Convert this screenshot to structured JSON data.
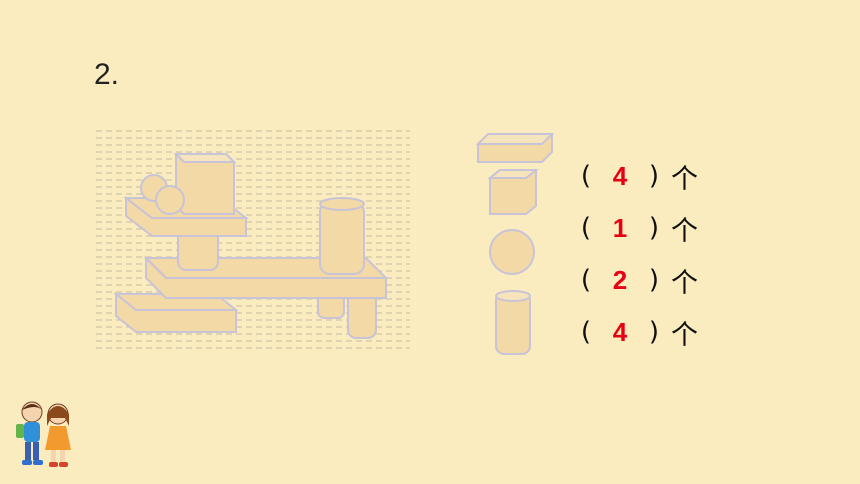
{
  "question_number": "2.",
  "answers": [
    {
      "shape": "cuboid",
      "open": "(",
      "count": "4",
      "close": ")",
      "unit": "个"
    },
    {
      "shape": "cube",
      "open": "(",
      "count": "1",
      "close": ")",
      "unit": "个"
    },
    {
      "shape": "sphere",
      "open": "(",
      "count": "2",
      "close": ")",
      "unit": "个"
    },
    {
      "shape": "cylinder",
      "open": "(",
      "count": "4",
      "close": ")",
      "unit": "个"
    }
  ],
  "colors": {
    "background": "#fbecc0",
    "answer_number": "#e60012",
    "shape_fill": "#f2d9a6",
    "shape_outline": "#c9c3d8"
  },
  "icons": [
    "stacked-shapes-illustration",
    "cuboid-icon",
    "cube-icon",
    "sphere-icon",
    "cylinder-icon",
    "children-mascot"
  ]
}
